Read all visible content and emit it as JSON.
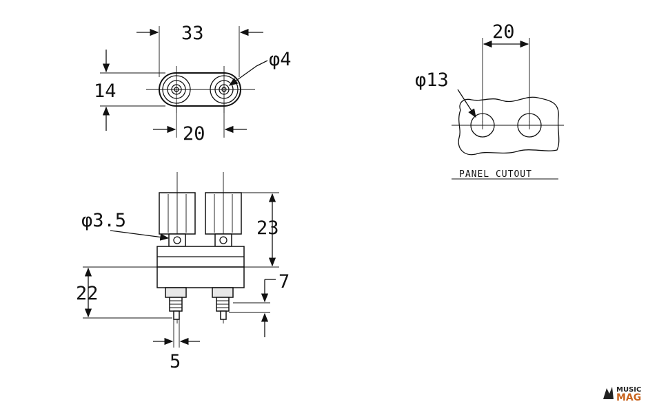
{
  "top_view": {
    "width_dim": "33",
    "height_dim": "14",
    "pitch_dim": "20",
    "hole_dim": "φ4"
  },
  "panel_cutout": {
    "pitch_dim": "20",
    "hole_dim": "φ13",
    "label": "PANEL CUTOUT"
  },
  "side_view": {
    "knob_height_dim": "23",
    "pin_dim": "φ3.5",
    "body_height_dim": "22",
    "thread_dim": "7",
    "pin_width_dim": "5"
  },
  "watermark": {
    "line1": "MUSIC",
    "line2": "MAG"
  }
}
